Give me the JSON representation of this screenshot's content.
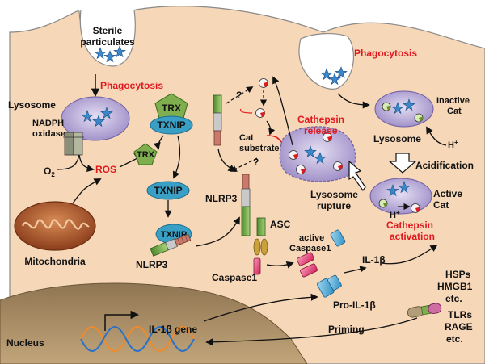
{
  "labels": {
    "sterile_line1": "Sterile",
    "sterile_line2": "particulates",
    "phagocytosis_left": "Phagocytosis",
    "phagocytosis_right": "Phagocytosis",
    "lysosome_left": "Lysosome",
    "lysosome_right": "Lysosome",
    "nadph_line1": "NADPH",
    "nadph_line2": "oxidase",
    "o2": "O",
    "o2_sub": "2",
    "ros": "ROS",
    "trx_top": "TRX",
    "txnip_top": "TXNIP",
    "trx_mid": "TRX",
    "txnip_mid": "TXNIP",
    "txnip_low": "TXNIP",
    "nlrp3_left": "NLRP3",
    "nlrp3_center": "NLRP3",
    "mitochondria": "Mitochondria",
    "cat_substrate_line1": "Cat",
    "cat_substrate_line2": "substrate",
    "q1": "?",
    "q2": "?",
    "cathepsin_release_line1": "Cathepsin",
    "cathepsin_release_line2": "release",
    "inactive_line1": "Inactive",
    "inactive_line2": "Cat",
    "h_plus_top": "H",
    "h_plus_low": "H",
    "plus": "+",
    "acidification": "Acidification",
    "active_cat_line1": "Active",
    "active_cat_line2": "Cat",
    "cathepsin_activation_line1": "Cathepsin",
    "cathepsin_activation_line2": "activation",
    "lysosome_rupture_line1": "Lysosome",
    "lysosome_rupture_line2": "rupture",
    "asc": "ASC",
    "active_caspase1_line1": "active",
    "active_caspase1_line2": "Caspase1",
    "caspase1": "Caspase1",
    "il1b": "IL-1β",
    "pro_il1b": "Pro-IL-1β",
    "hsps": "HSPs",
    "hmgb1": "HMGB1",
    "etc_top": "etc.",
    "tlrs": "TLRs",
    "rage": "RAGE",
    "etc_low": "etc.",
    "priming": "Priming",
    "il1b_gene": "IL-1β gene",
    "nucleus": "Nucleus"
  },
  "colors": {
    "cell": "#f5d6b6",
    "cell_border": "#777777",
    "nucleus": "#a48760",
    "lysosome": "#b7aad6",
    "red_text": "#e0191e",
    "trx": "#7fae4f",
    "txnip": "#3a9fc4",
    "caspase": "#e8336d",
    "il1b": "#3aa6d8",
    "asc": "#caa13a",
    "mitochondria": "#b65c2e"
  }
}
